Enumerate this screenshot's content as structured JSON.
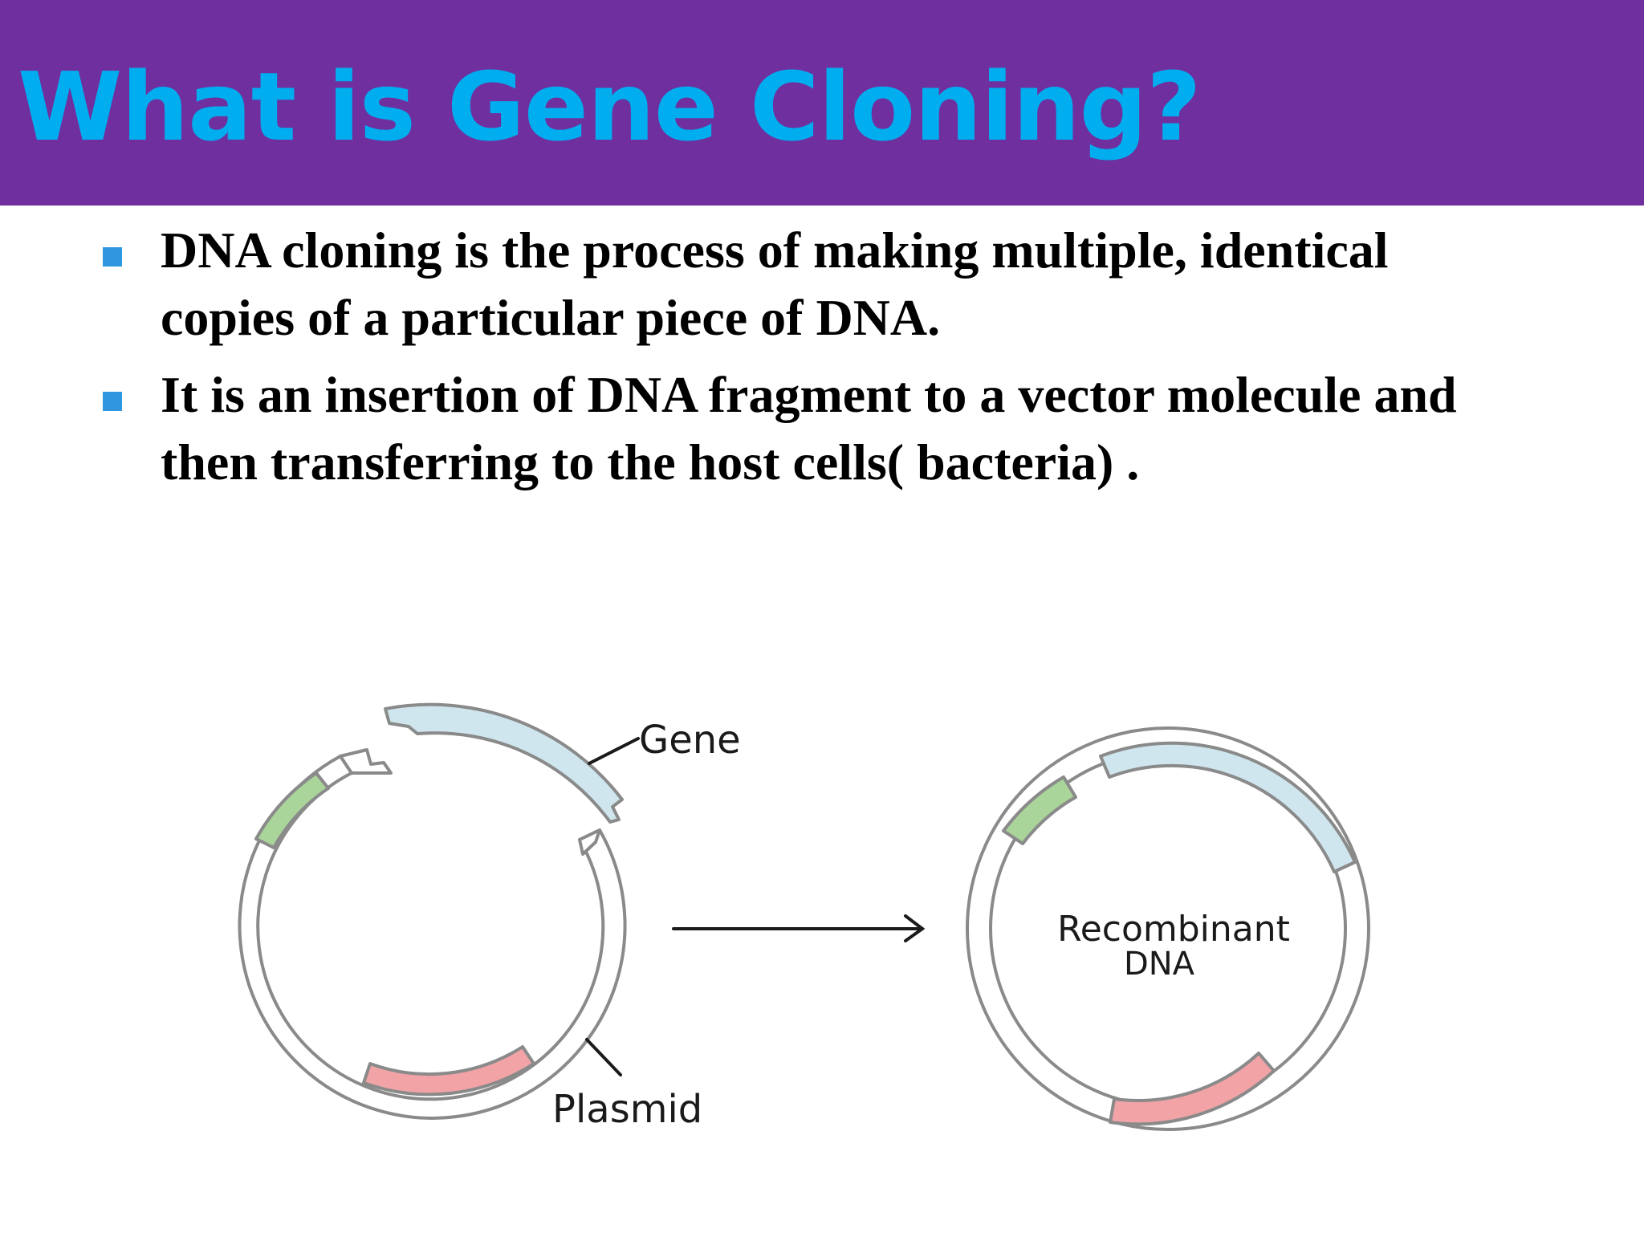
{
  "title": "What is Gene Cloning?",
  "bullets": [
    "DNA cloning is the process of making multiple, identical copies of a particular piece of DNA.",
    " It is an insertion of DNA fragment to a vector molecule and then transferring to the host cells( bacteria) ."
  ],
  "diagram": {
    "gene_label": "Gene",
    "plasmid_label": "Plasmid",
    "result_label_line1": "Recombinant",
    "result_label_line2": "DNA"
  },
  "colors": {
    "title_bar": "#6f2f9f",
    "title_text": "#00aeef",
    "bullet_marker": "#2e97e0",
    "gene_segment": "#cfe6ee",
    "green_segment": "#a9d49a",
    "red_segment": "#f1a3a6",
    "outline": "#8a8a8a"
  }
}
